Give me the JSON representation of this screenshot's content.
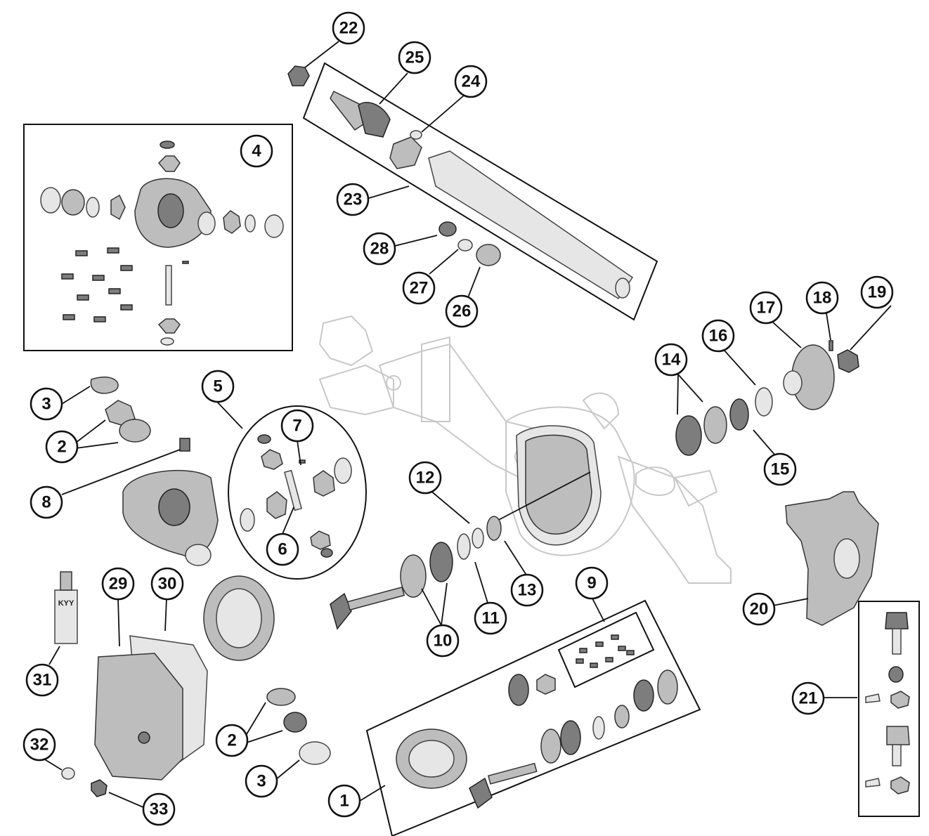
{
  "diagram": {
    "callouts": [
      {
        "id": "c1",
        "label": "1"
      },
      {
        "id": "c2a",
        "label": "2"
      },
      {
        "id": "c2b",
        "label": "2"
      },
      {
        "id": "c3a",
        "label": "3"
      },
      {
        "id": "c3b",
        "label": "3"
      },
      {
        "id": "c4",
        "label": "4"
      },
      {
        "id": "c5",
        "label": "5"
      },
      {
        "id": "c6",
        "label": "6"
      },
      {
        "id": "c7",
        "label": "7"
      },
      {
        "id": "c8",
        "label": "8"
      },
      {
        "id": "c9",
        "label": "9"
      },
      {
        "id": "c10",
        "label": "10"
      },
      {
        "id": "c11",
        "label": "11"
      },
      {
        "id": "c12",
        "label": "12"
      },
      {
        "id": "c13",
        "label": "13"
      },
      {
        "id": "c14",
        "label": "14"
      },
      {
        "id": "c15",
        "label": "15"
      },
      {
        "id": "c16",
        "label": "16"
      },
      {
        "id": "c17",
        "label": "17"
      },
      {
        "id": "c18",
        "label": "18"
      },
      {
        "id": "c19",
        "label": "19"
      },
      {
        "id": "c20",
        "label": "20"
      },
      {
        "id": "c21",
        "label": "21"
      },
      {
        "id": "c22",
        "label": "22"
      },
      {
        "id": "c23",
        "label": "23"
      },
      {
        "id": "c24",
        "label": "24"
      },
      {
        "id": "c25",
        "label": "25"
      },
      {
        "id": "c26",
        "label": "26"
      },
      {
        "id": "c27",
        "label": "27"
      },
      {
        "id": "c28",
        "label": "28"
      },
      {
        "id": "c29",
        "label": "29"
      },
      {
        "id": "c30",
        "label": "30"
      },
      {
        "id": "c31",
        "label": "31"
      },
      {
        "id": "c32",
        "label": "32"
      },
      {
        "id": "c33",
        "label": "33"
      }
    ],
    "tube_label": "KYY"
  }
}
